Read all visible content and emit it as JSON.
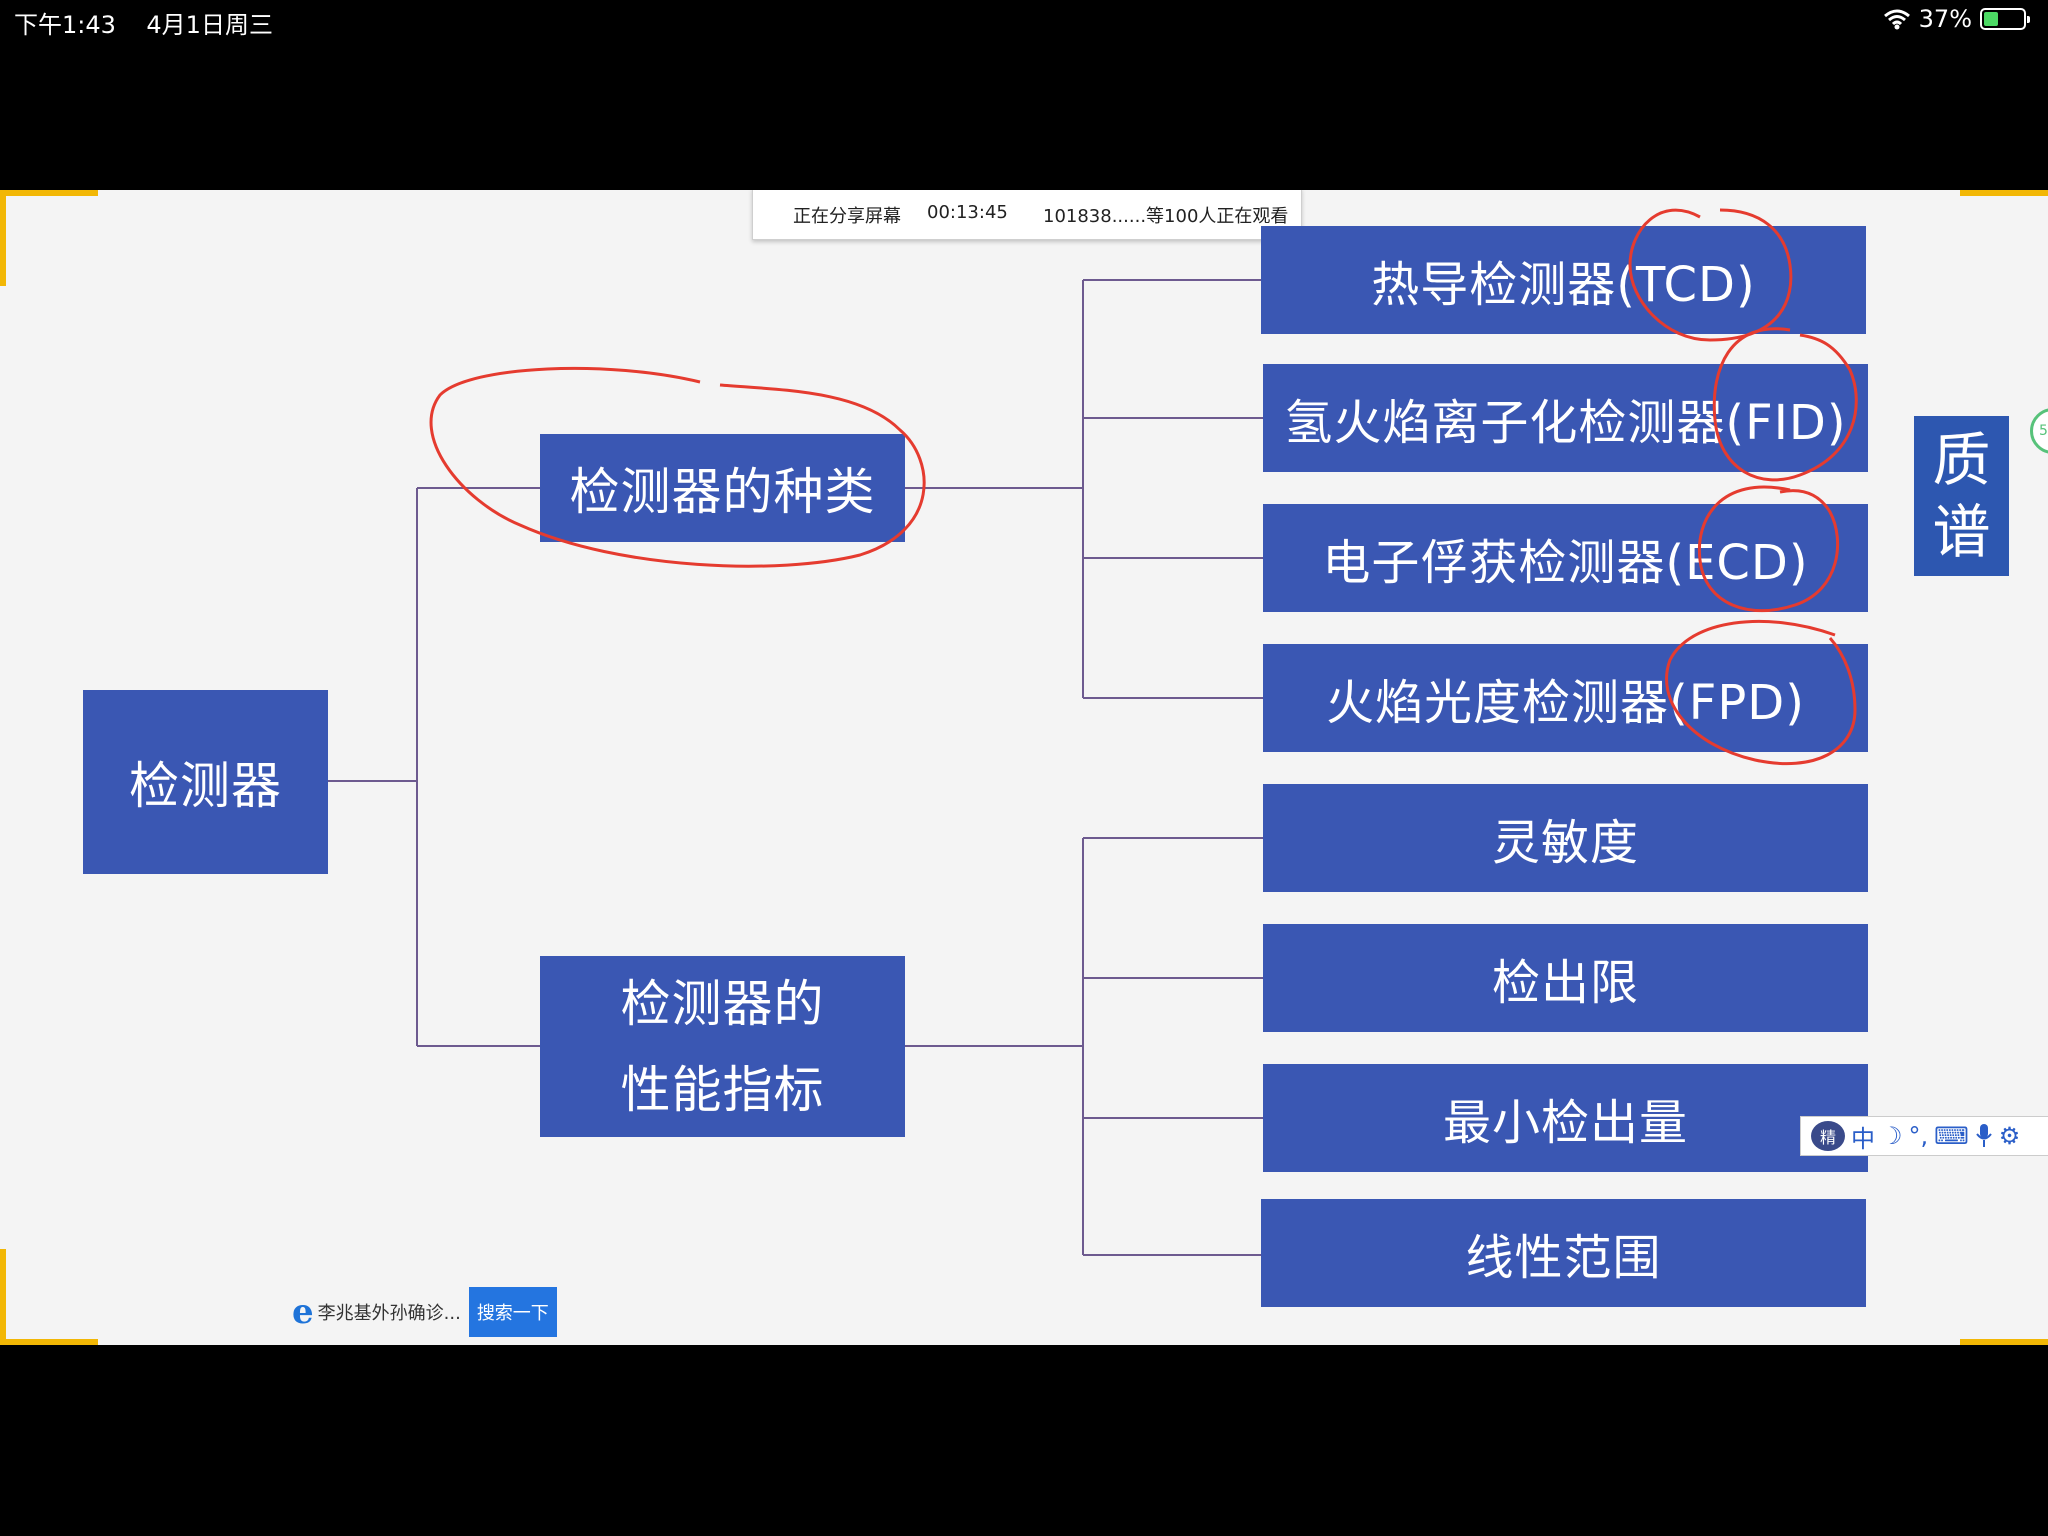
{
  "status_bar": {
    "time_date": "下午1:43    4月1日周三",
    "battery": "37%",
    "battery_level": 0.37
  },
  "share_bar": {
    "status": "正在分享屏幕",
    "timer": "00:13:45",
    "viewers": "101838......等100人正在观看"
  },
  "mind_map": {
    "root": "检测器",
    "types_branch": "检测器的种类",
    "performance_branch_line1": "检测器的",
    "performance_branch_line2": "性能指标",
    "types": [
      "热导检测器(TCD)",
      "氢火焰离子化检测器(FID)",
      "电子俘获检测器(ECD)",
      "火焰光度检测器(FPD)"
    ],
    "indicators": [
      "灵敏度",
      "检出限",
      "最小检出量",
      "线性范围"
    ]
  },
  "side_label": {
    "line1": "质",
    "line2": "谱"
  },
  "green_icon_text": "5",
  "ime_toolbar": {
    "logo": "精",
    "mode": "中",
    "icons": [
      "moon-icon",
      "punctuation-icon",
      "keyboard-icon",
      "microphone-icon",
      "gear-icon"
    ]
  },
  "search_widget": {
    "icon_letter": "e",
    "text": "李兆基外孙确诊...",
    "button": "搜索一下"
  },
  "colors": {
    "node_blue": "#3a57b3",
    "connector": "#6d5a8f",
    "annotation_red": "#e53b2f",
    "corner_yellow": "#f2b705"
  }
}
